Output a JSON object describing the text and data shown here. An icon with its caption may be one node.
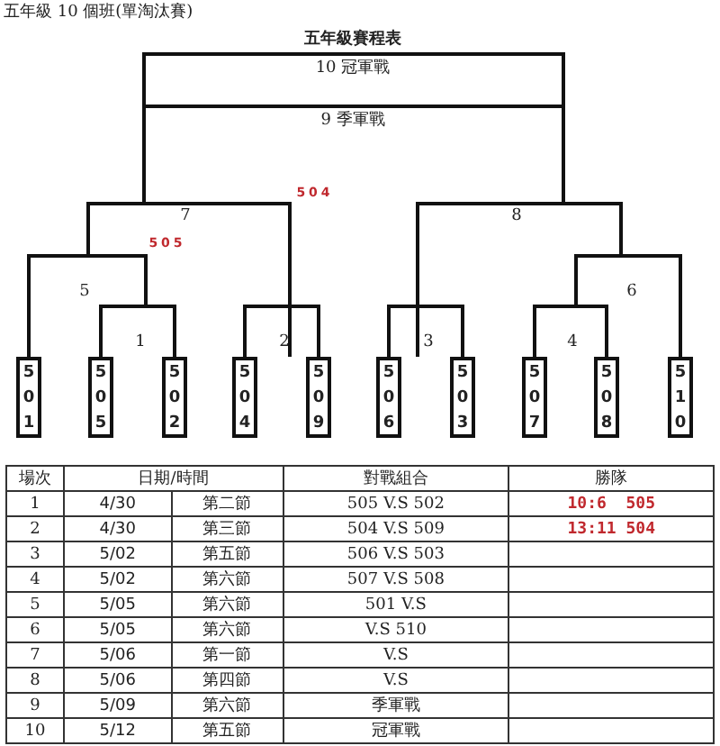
{
  "diagram": {
    "title": "五年級賽程表",
    "nodes": [
      {
        "text": [
          "501"
        ]
      },
      {
        "text": [
          "505"
        ]
      },
      {
        "text": [
          "502"
        ]
      },
      {
        "text": [
          "504"
        ]
      },
      {
        "text": [
          "509"
        ]
      },
      {
        "text": [
          "506"
        ]
      },
      {
        "text": [
          "503"
        ]
      },
      {
        "text": [
          "507"
        ]
      },
      {
        "text": [
          "508"
        ]
      },
      {
        "text": [
          "510"
        ]
      }
    ],
    "edges": [],
    "labels": [
      "五年級 10 個班(單淘汰賽)",
      "10 冠軍戰",
      "9 季軍戰",
      "504",
      "7",
      "8",
      "505",
      "5",
      "6",
      "1",
      "2",
      "3",
      "4",
      "場次",
      "日期/時間",
      "對戰組合",
      "勝隊",
      "1",
      "4/30",
      "第二節",
      "505 V.S 502",
      "10:6  505",
      "2",
      "4/30",
      "第三節",
      "504 V.S 509",
      "13:11 504",
      "3",
      "5/02",
      "第五節",
      "506 V.S 503",
      "4",
      "5/02",
      "第六節",
      "507 V.S 508",
      "5",
      "5/05",
      "第六節",
      "501 V.S",
      "6",
      "5/05",
      "第六節",
      "V.S 510",
      "7",
      "5/06",
      "第一節",
      "V.S",
      "8",
      "5/06",
      "第四節",
      "V.S",
      "9",
      "5/09",
      "第六節",
      "季軍戰",
      "10",
      "5/12",
      "第五節",
      "冠軍戰"
    ]
  }
}
